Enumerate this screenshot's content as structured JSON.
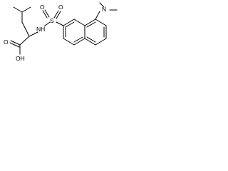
{
  "structure": {
    "atoms": {
      "oh": "OH",
      "carbonyl_o": "O",
      "nh": "NH",
      "s": "S",
      "so_o_left": "O",
      "so_o_right": "O",
      "n": "N"
    }
  }
}
